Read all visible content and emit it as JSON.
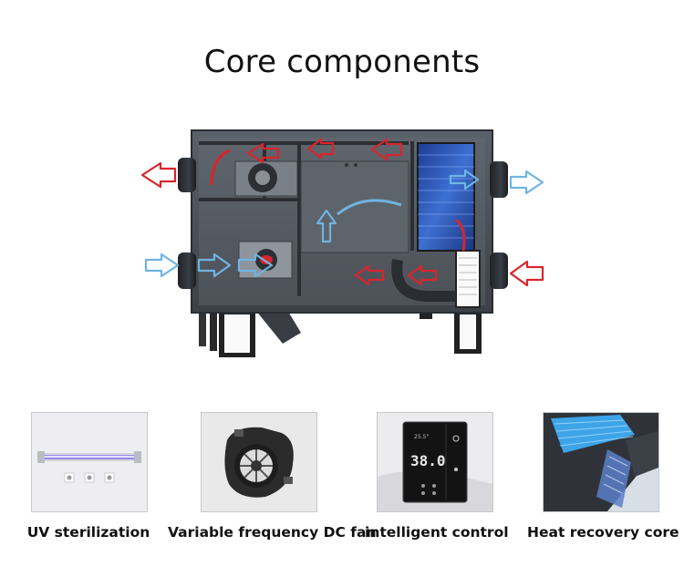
{
  "title": "Core components",
  "components": [
    {
      "label": "UV sterilization",
      "icon": "uv-lamp"
    },
    {
      "label": "Variable frequency DC fan",
      "icon": "dc-fan"
    },
    {
      "label": "intelligent control",
      "icon": "control-panel"
    },
    {
      "label": "Heat recovery core",
      "icon": "heat-exchanger-core"
    }
  ],
  "control_panel": {
    "display_value": "38.0",
    "small_reading": "25.5°"
  },
  "colors": {
    "exhaust_arrow": "#d9242c",
    "fresh_arrow": "#6fb4e3",
    "casing": "#4a5057",
    "casing_dark": "#2f343a",
    "core_blue": "#2d56b8"
  }
}
